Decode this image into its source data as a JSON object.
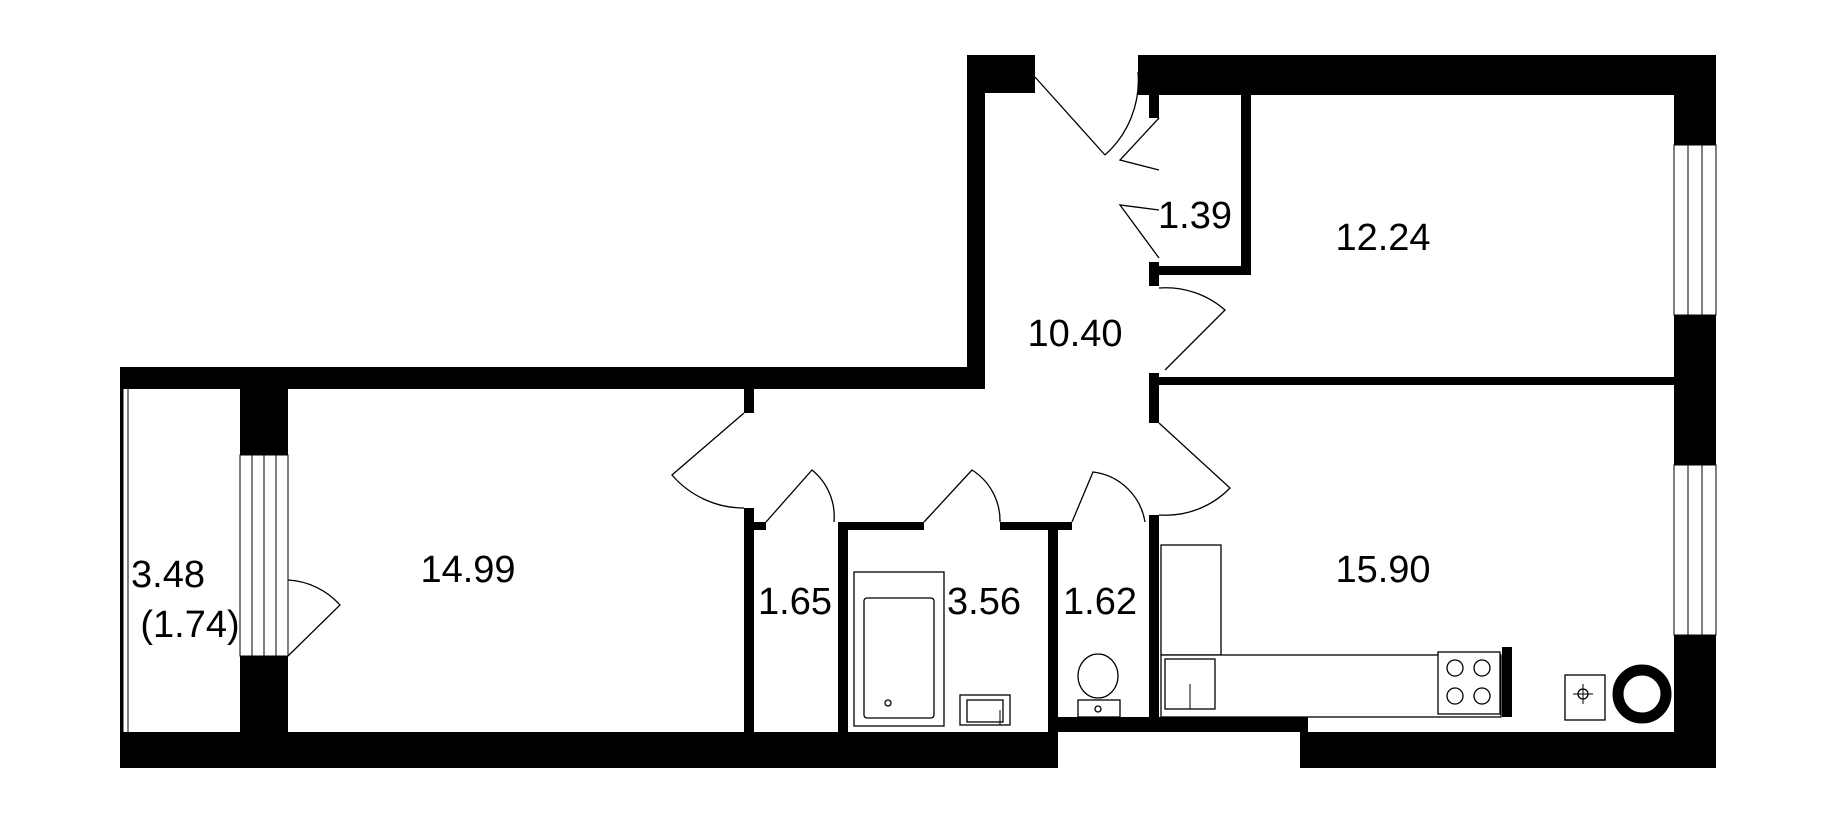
{
  "rooms": {
    "balcony": {
      "area": "3.48",
      "area_reduced": "(1.74)"
    },
    "living_room": {
      "area": "14.99"
    },
    "hallway": {
      "area": "10.40"
    },
    "closet": {
      "area": "1.39"
    },
    "bedroom": {
      "area": "12.24"
    },
    "kitchen": {
      "area": "15.90"
    },
    "storage": {
      "area": "1.65"
    },
    "bathroom": {
      "area": "3.56"
    },
    "toilet": {
      "area": "1.62"
    }
  },
  "colors": {
    "wall": "#000000",
    "background": "#ffffff"
  },
  "icons": {
    "door": "door-swing-icon",
    "window": "window-icon",
    "bathtub": "bathtub-icon",
    "sink": "sink-icon",
    "toilet": "toilet-icon",
    "stove": "stove-icon",
    "boiler": "boiler-icon"
  }
}
